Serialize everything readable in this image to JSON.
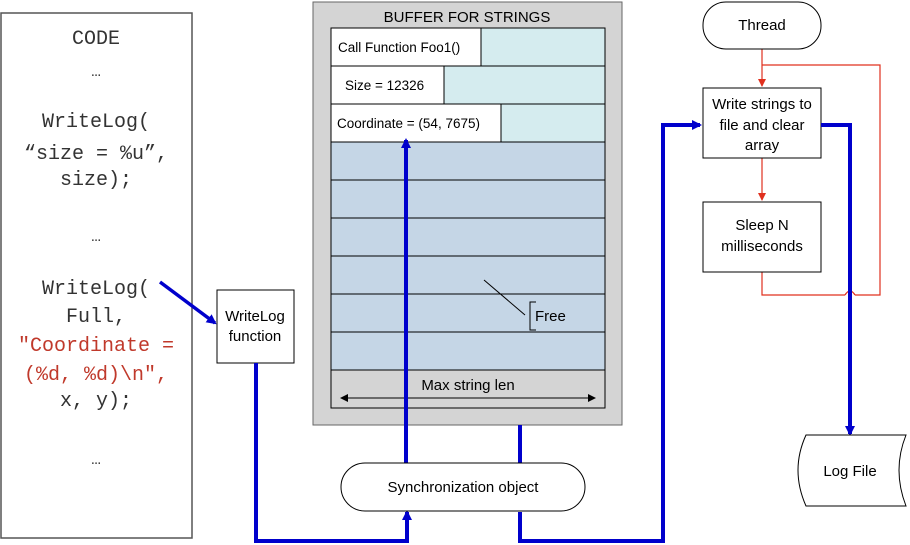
{
  "code_panel": {
    "title": "CODE",
    "ellipsis_1": "…",
    "line_1": "WriteLog(",
    "line_2": "“size = %u”,",
    "line_3": "size);",
    "ellipsis_2": "…",
    "line_4": "WriteLog(",
    "line_5": "Full,",
    "line_6": "\"Coordinate =",
    "line_7": "(%d, %d)\\n\",",
    "line_8": "x, y);",
    "ellipsis_3": "…"
  },
  "writelog_box": {
    "line_1": "WriteLog",
    "line_2": "function"
  },
  "buffer": {
    "title": "BUFFER FOR STRINGS",
    "entry_1": "Call Function Foo1()",
    "entry_2": "Size = 12326",
    "entry_3": "Coordinate = (54, 7675)",
    "free_label": "Free",
    "max_len_label": "Max string len"
  },
  "sync_object": {
    "label": "Synchronization object"
  },
  "flowchart": {
    "thread": "Thread",
    "write_1": "Write strings to",
    "write_2": "file and clear",
    "write_3": "array",
    "sleep_1": "Sleep N",
    "sleep_2": "milliseconds",
    "log_file": "Log File"
  },
  "colors": {
    "blue_arrow": "#0000cc",
    "red_arrow": "#e0301e",
    "code_red": "#c0392b",
    "buffer_bg": "#d4d4d4",
    "used_fill": "#d5ecef",
    "free_fill": "#c5d6e6"
  }
}
